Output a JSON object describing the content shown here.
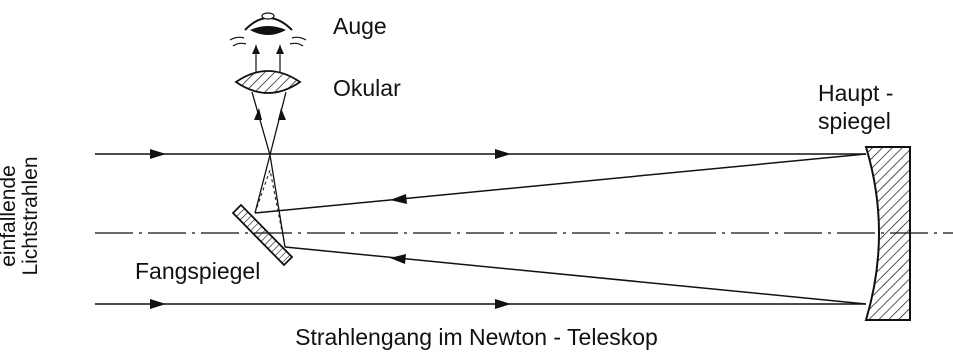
{
  "labels": {
    "eye": "Auge",
    "eyepiece": "Okular",
    "primary_mirror_line1": "Haupt -",
    "primary_mirror_line2": "spiegel",
    "secondary_mirror": "Fangspiegel",
    "incoming_rays_line1": "einfallende",
    "incoming_rays_line2": "Lichtstrahlen",
    "caption": "Strahlengang im Newton - Teleskop"
  },
  "colors": {
    "ink": "#111111",
    "background": "#ffffff"
  }
}
